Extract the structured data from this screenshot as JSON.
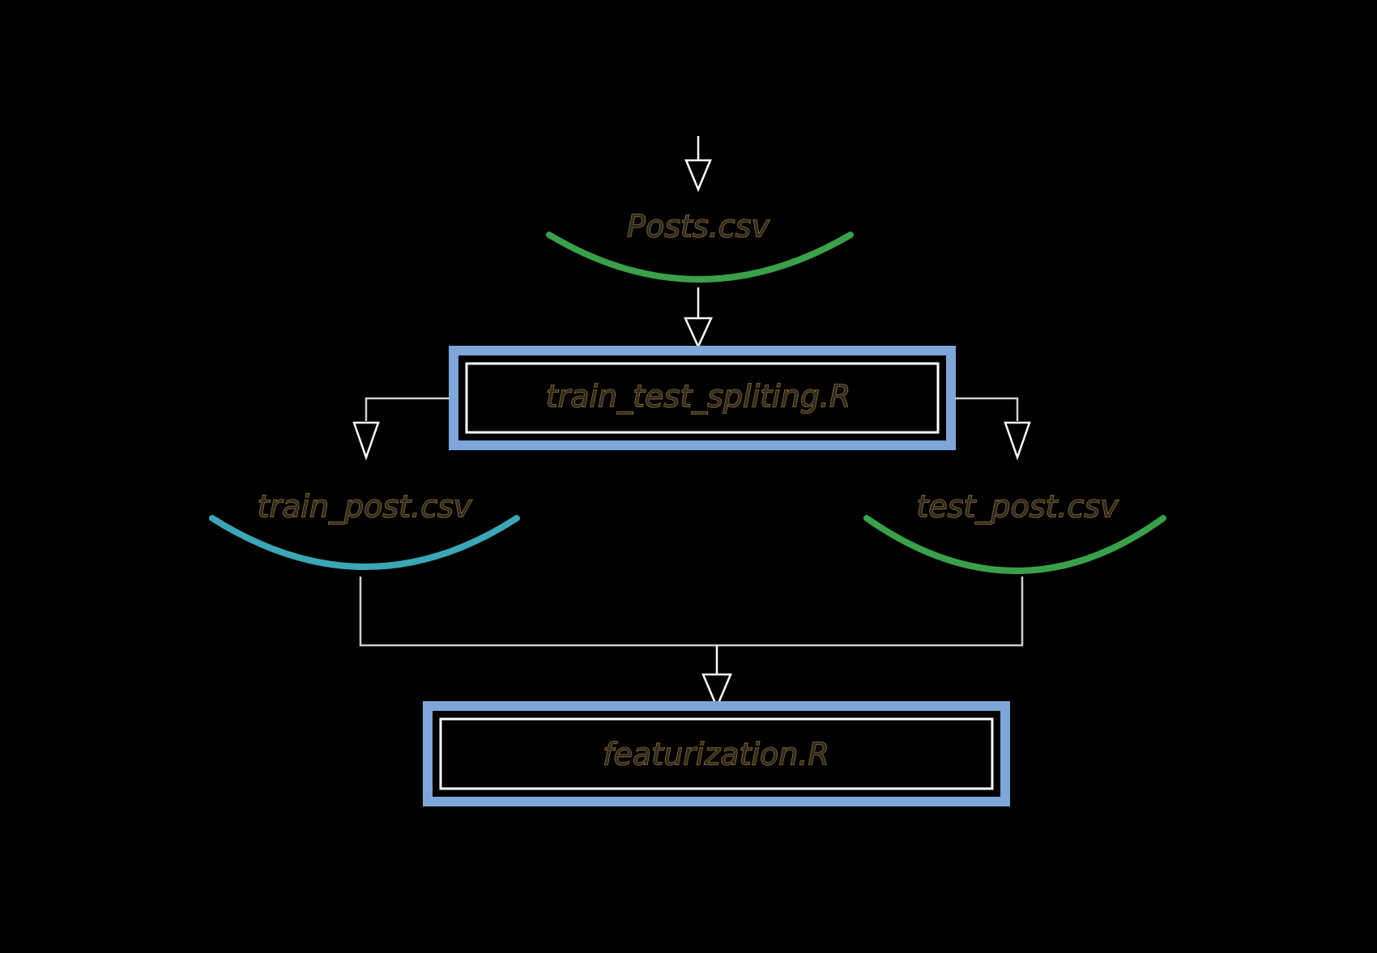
{
  "nodes": {
    "posts_csv": "Posts.csv",
    "split_script": "train_test_spliting.R",
    "train_csv": "train_post.csv",
    "test_csv": "test_post.csv",
    "featurization_script": "featurization.R"
  },
  "colors": {
    "background": "#000000",
    "process_box_outer": "#7ea6d8",
    "process_box_inner": "#4f7fc0",
    "data_curve_green": "#3aa04a",
    "data_curve_teal": "#3ba6b5",
    "label_fill": "#2a2a2a",
    "label_outline": "#c98a1e"
  },
  "icons": {
    "flow_arrow": "down-arrow-icon",
    "data_shape": "data-curve-icon",
    "process_shape": "process-box-icon"
  }
}
